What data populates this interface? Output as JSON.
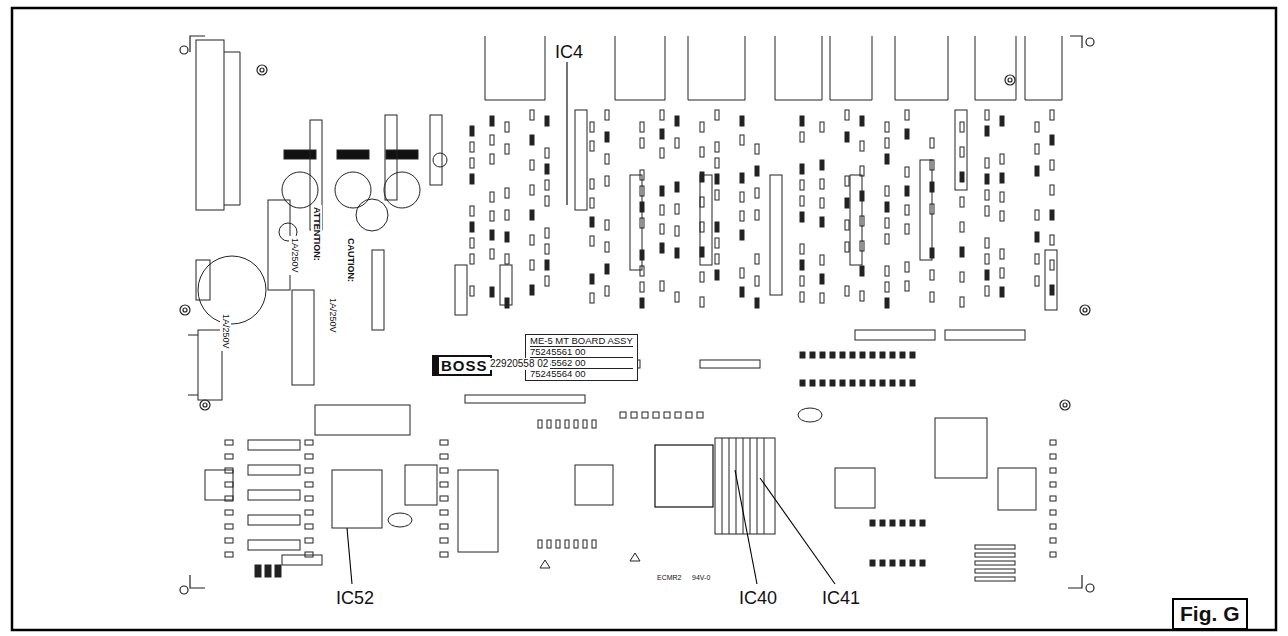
{
  "diagram": {
    "nodes": [
      {
        "text": [
          "ME-5 MT BOARD ASSY",
          "75245561 00",
          "75245562 00",
          "75245564 00"
        ]
      },
      {
        "text": [
          "Fig. G"
        ]
      }
    ],
    "labels": [
      "IC4",
      "IC52",
      "IC40",
      "IC41",
      "BOSS",
      "22920558 02",
      "1A/250V",
      "1A/250V",
      "1A/250V",
      "ATTENTION:",
      "CAUTION:",
      "ECMR2",
      "94V-0"
    ]
  }
}
